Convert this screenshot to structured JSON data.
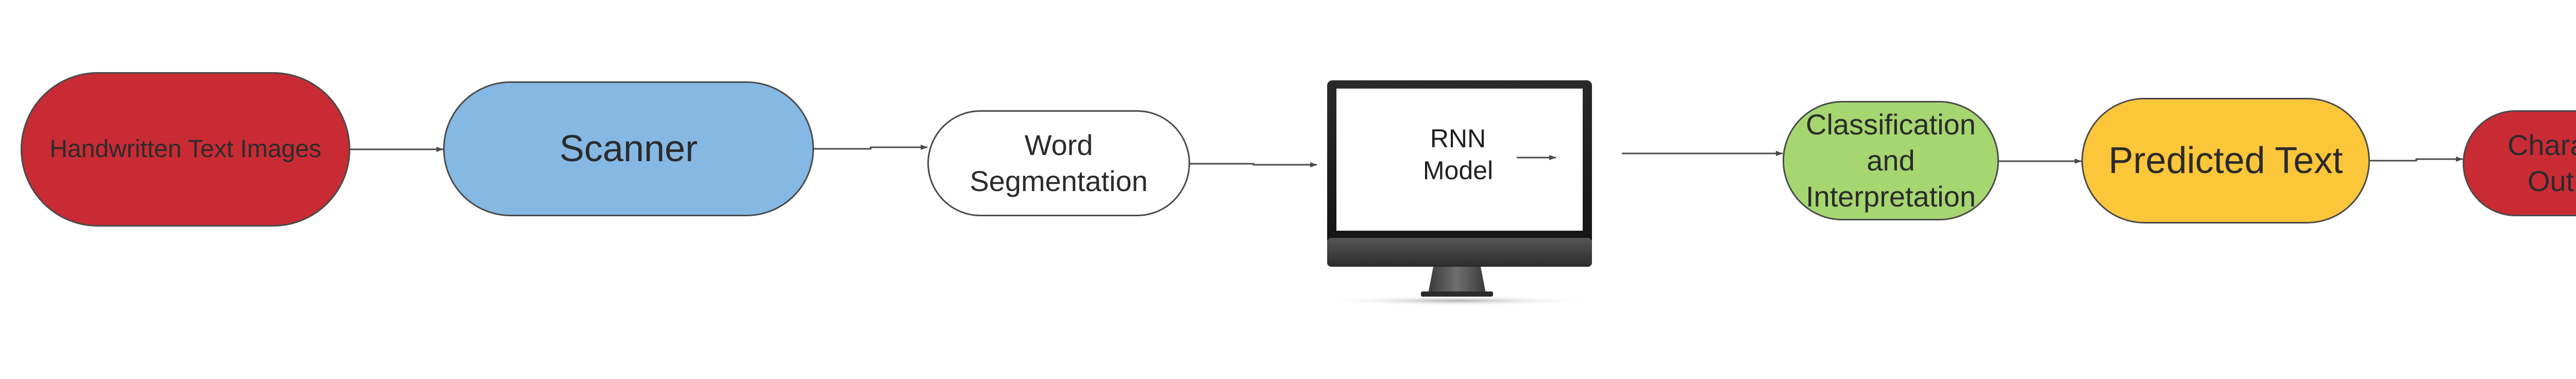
{
  "diagram": {
    "nodes": {
      "handwritten": {
        "label": "Handwritten Text Images",
        "fill": "#c92b35"
      },
      "scanner": {
        "label": "Scanner",
        "fill": "#85b8e3"
      },
      "segmentation": {
        "label": "Word Segmentation",
        "fill": "#ffffff"
      },
      "rnn": {
        "label": "RNN Model"
      },
      "classification": {
        "label": "Classification and Interpretation",
        "fill": "#a5d670"
      },
      "predicted": {
        "label": "Predicted Text",
        "fill": "#fcc63b"
      },
      "output": {
        "label": "Character Output",
        "fill": "#c92b35"
      }
    },
    "edges": [
      [
        "handwritten",
        "scanner"
      ],
      [
        "scanner",
        "segmentation"
      ],
      [
        "segmentation",
        "rnn"
      ],
      [
        "rnn",
        "classification"
      ],
      [
        "classification",
        "predicted"
      ],
      [
        "predicted",
        "output"
      ]
    ],
    "colors": {
      "edge": "#4a4a4a",
      "monitor_body": "#1c1c1c",
      "monitor_screen": "#ffffff",
      "monitor_stand": "#3a3a3a"
    }
  }
}
